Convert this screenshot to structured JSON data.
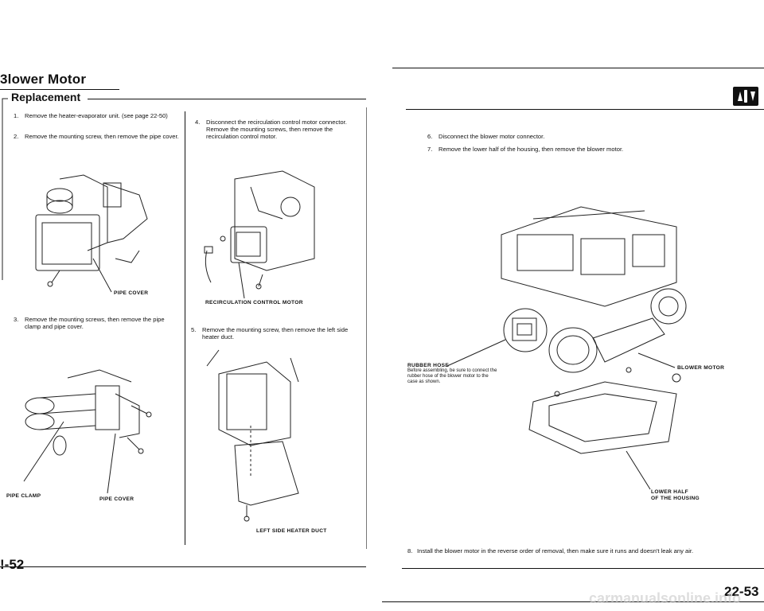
{
  "left_page": {
    "title": "3lower Motor",
    "section": "Replacement",
    "steps": [
      {
        "num": "1.",
        "text": "Remove the heater-evaporator unit. (see page 22-50)"
      },
      {
        "num": "2.",
        "text": "Remove the mounting screw, then remove the pipe cover."
      },
      {
        "num": "3.",
        "text": "Remove the mounting screws, then remove the pipe clamp and pipe cover."
      },
      {
        "num": "4.",
        "text": "Disconnect the recirculation control motor connector. Remove the mounting screws, then remove the recirculation control motor."
      },
      {
        "num": "5.",
        "text": "Remove the mounting screw, then remove the left side heater duct."
      }
    ],
    "labels": {
      "pipe_cover_1": "PIPE COVER",
      "pipe_clamp": "PIPE CLAMP",
      "pipe_cover_2": "PIPE COVER",
      "recirc_motor": "RECIRCULATION CONTROL MOTOR",
      "heater_duct": "LEFT SIDE HEATER DUCT"
    },
    "page_number": "!-52"
  },
  "right_page": {
    "steps": [
      {
        "num": "6.",
        "text": "Disconnect the blower motor connector."
      },
      {
        "num": "7.",
        "text": "Remove the lower half of the housing, then remove the blower motor."
      },
      {
        "num": "8.",
        "text": "Install the blower motor in the reverse order of removal, then make sure it runs and doesn't leak any air."
      }
    ],
    "labels": {
      "rubber_hose": "RUBBER HOSE",
      "rubber_hose_note": "Before assembling, be sure to connect the rubber hose of the blower motor to the case as shown.",
      "blower_motor": "BLOWER MOTOR",
      "lower_half": "LOWER HALF",
      "of_housing": "OF THE HOUSING"
    },
    "page_number": "22-53"
  },
  "icons": [
    "hvac-section-icon"
  ],
  "watermark": "carmanualsonline.info"
}
